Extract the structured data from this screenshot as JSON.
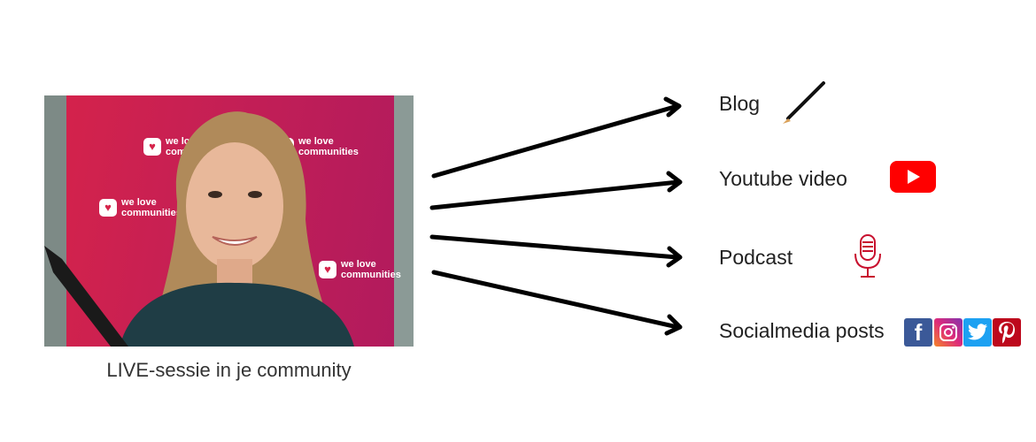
{
  "source": {
    "caption": "LIVE-sessie in je community",
    "banner_line1": "we love",
    "banner_line2": "communities"
  },
  "outputs": [
    {
      "label": "Blog",
      "icon": "pencil-icon"
    },
    {
      "label": "Youtube video",
      "icon": "youtube-icon"
    },
    {
      "label": "Podcast",
      "icon": "microphone-icon"
    },
    {
      "label": "Socialmedia posts",
      "icon": "social-media-icons"
    }
  ],
  "social_icons": [
    {
      "name": "facebook-icon",
      "glyph": "f",
      "color": "#3b5998"
    },
    {
      "name": "instagram-icon",
      "glyph": "◎",
      "color": "#c1357f"
    },
    {
      "name": "twitter-icon",
      "glyph": "🐦",
      "color": "#1da1f2"
    },
    {
      "name": "pinterest-icon",
      "glyph": "P",
      "color": "#bd081c"
    }
  ],
  "colors": {
    "backdrop": "#d6234a",
    "youtube": "#ff0000",
    "microphone": "#c8102e"
  }
}
